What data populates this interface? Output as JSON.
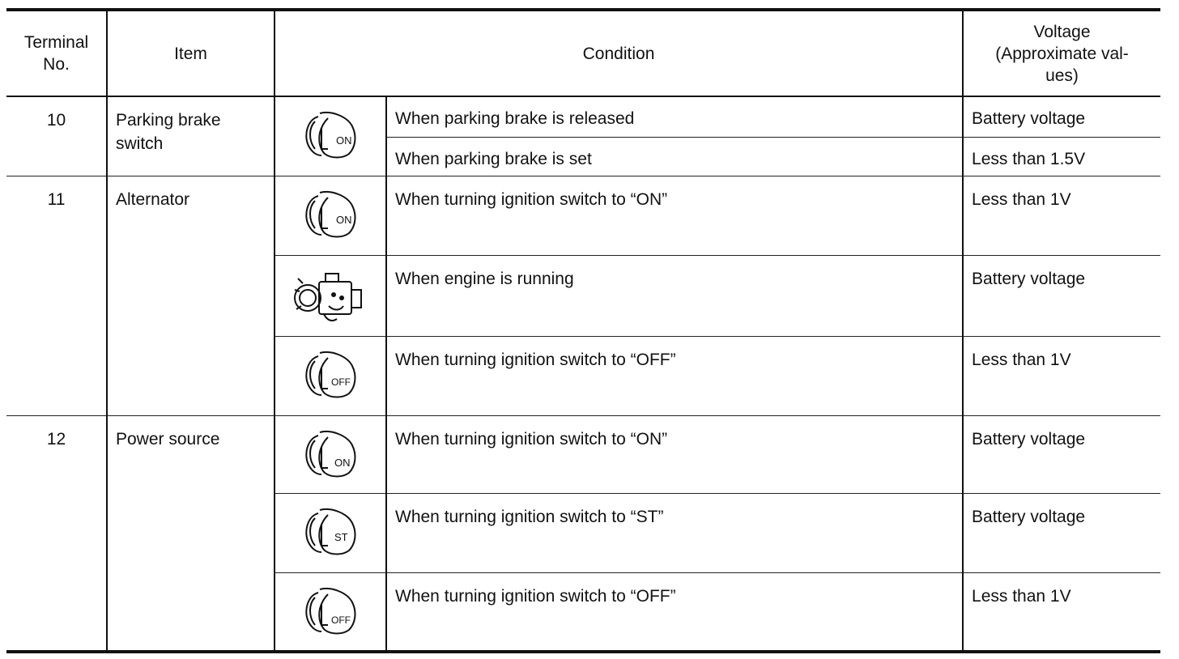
{
  "headers": {
    "terminal": [
      "Terminal",
      "No."
    ],
    "item": "Item",
    "condition": "Condition",
    "voltage": [
      "Voltage",
      "(Approximate val-",
      "ues)"
    ]
  },
  "groups": [
    {
      "terminal": "10",
      "item": [
        "Parking brake",
        "switch"
      ],
      "rows": [
        {
          "icon": "ignition-key-on-icon",
          "icon_text": "ON",
          "condition": "When parking brake is released",
          "voltage": "Battery voltage"
        },
        {
          "condition": "When parking brake is set",
          "voltage": "Less than 1.5V"
        }
      ]
    },
    {
      "terminal": "11",
      "item": [
        "Alternator"
      ],
      "rows": [
        {
          "icon": "ignition-key-on-icon",
          "icon_text": "ON",
          "condition": "When turning ignition switch to “ON”",
          "voltage": "Less than 1V"
        },
        {
          "icon": "engine-running-icon",
          "condition": "When engine is running",
          "voltage": "Battery voltage"
        },
        {
          "icon": "ignition-key-off-icon",
          "icon_text": "OFF",
          "condition": "When turning ignition switch to “OFF”",
          "voltage": "Less than 1V"
        }
      ]
    },
    {
      "terminal": "12",
      "item": [
        "Power source"
      ],
      "rows": [
        {
          "icon": "ignition-key-on-icon",
          "icon_text": "ON",
          "condition": "When turning ignition switch to “ON”",
          "voltage": "Battery voltage"
        },
        {
          "icon": "ignition-key-st-icon",
          "icon_text": "ST",
          "condition": "When turning ignition switch to “ST”",
          "voltage": "Battery voltage"
        },
        {
          "icon": "ignition-key-off-icon",
          "icon_text": "OFF",
          "condition": "When turning ignition switch to “OFF”",
          "voltage": "Less than 1V"
        }
      ]
    }
  ]
}
